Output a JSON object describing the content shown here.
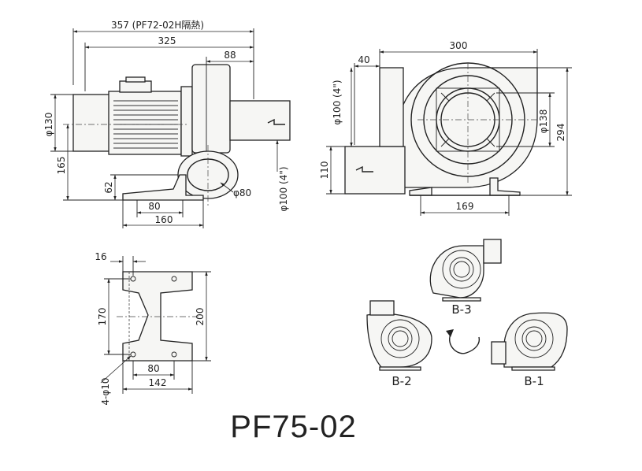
{
  "model": "PF75-02",
  "side_view": {
    "dims": {
      "overall_length": "357 (PF72-02H隔熱)",
      "body_length": "325",
      "outlet_extension": "88",
      "motor_diameter": "φ130",
      "shaft_height": "165",
      "base_to_center": "62",
      "base_hole_spacing": "80",
      "base_length": "160",
      "inlet_diameter": "φ80",
      "outlet_diameter": "φ100 (4\")"
    }
  },
  "front_view": {
    "dims": {
      "outlet_offset": "40",
      "overall_width": "300",
      "outlet_diameter": "φ100 (4\")",
      "inlet_diameter": "φ138",
      "overall_height": "294",
      "outlet_height": "110",
      "base_width": "169"
    }
  },
  "base_plate": {
    "dims": {
      "edge_offset": "16",
      "hole_spacing_long": "170",
      "plate_length": "200",
      "hole_spacing_short": "80",
      "plate_width": "142",
      "mounting_holes": "4-φ10"
    }
  },
  "orientations": [
    "B-3",
    "B-2",
    "B-1"
  ]
}
